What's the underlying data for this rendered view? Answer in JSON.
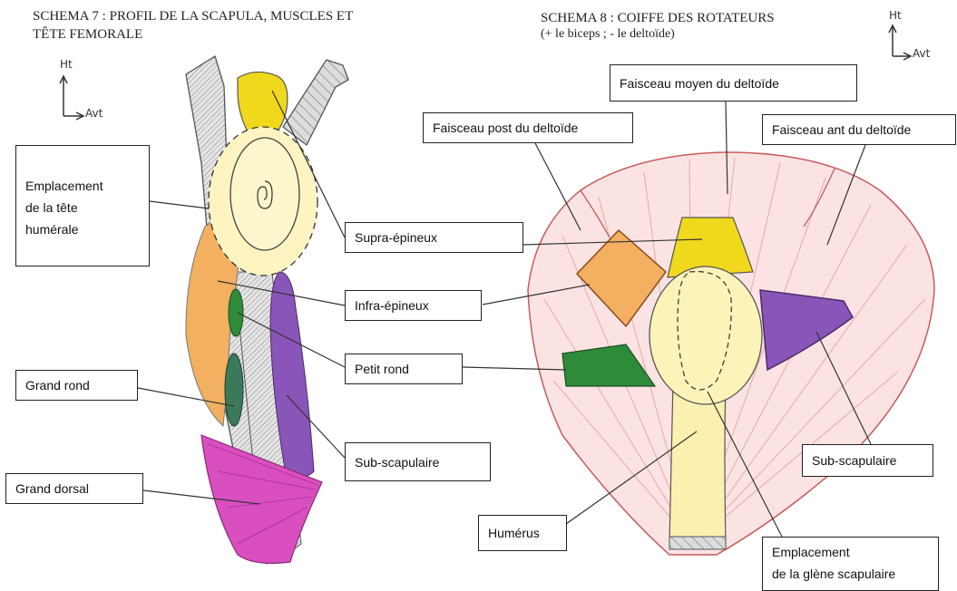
{
  "titles": {
    "schema7_line1": "SCHEMA 7 : PROFIL DE LA SCAPULA, MUSCLES ET",
    "schema7_line2": "TÊTE FEMORALE",
    "schema8_line1": "SCHEMA 8 : COIFFE DES ROTATEURS",
    "schema8_line2": "(+ le biceps ; - le deltoïde)"
  },
  "orientation": {
    "up": "Ht",
    "forward": "Avt"
  },
  "schema7_labels": {
    "emplacement_line1": "Emplacement",
    "emplacement_line2": "de la tête",
    "emplacement_line3": "humérale",
    "supra": "Supra-épineux",
    "infra": "Infra-épineux",
    "petit_rond": "Petit rond",
    "grand_rond": "Grand rond",
    "sub_scap": "Sub-scapulaire",
    "grand_dorsal": "Grand dorsal"
  },
  "schema8_labels": {
    "faisceau_moyen": "Faisceau moyen du deltoïde",
    "faisceau_post": "Faisceau post du deltoïde",
    "faisceau_ant": "Faisceau ant du deltoïde",
    "sub_scap": "Sub-scapulaire",
    "humerus": "Humérus",
    "glene_line1": "Emplacement",
    "glene_line2": "de la glène scapulaire"
  },
  "colors": {
    "supra": "#f0d81c",
    "infra": "#f2b060",
    "petit_rond": "#2e8b3a",
    "grand_rond": "#3a7a5a",
    "sub_scap": "#8a55b8",
    "grand_dorsal": "#d94fc0",
    "bone": "#fbf3b8",
    "deltoid": "#fbe3e3"
  }
}
